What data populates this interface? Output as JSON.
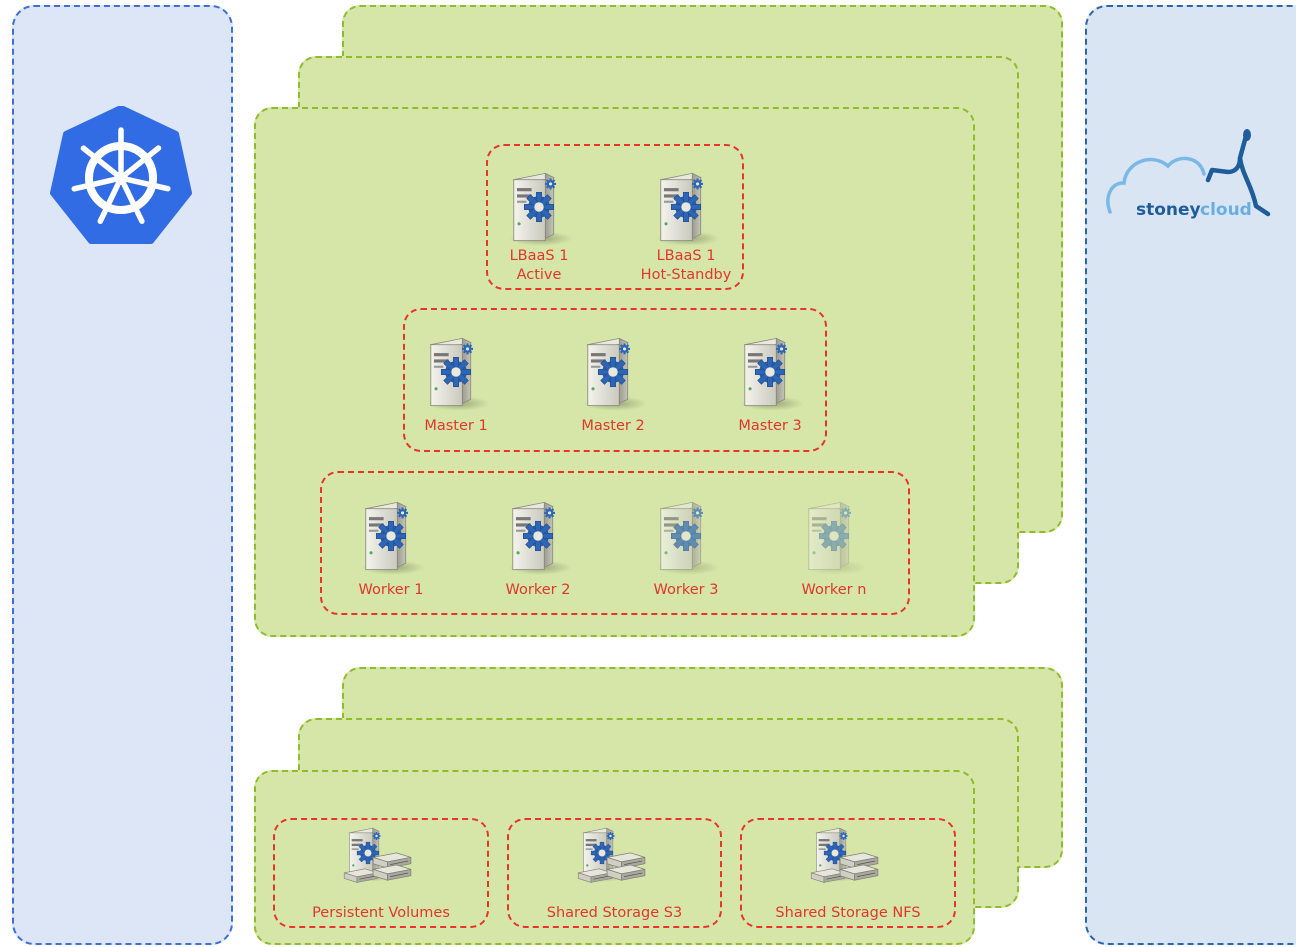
{
  "logos": {
    "left": {
      "name": "kubernetes-logo",
      "color": "#326ce5"
    },
    "right": {
      "text_main": "stoney",
      "text_second": "cloud",
      "color_main": "#1f5c9a",
      "color_second": "#6aaee0"
    }
  },
  "lbaas": [
    {
      "line1": "LBaaS 1",
      "line2": "Active",
      "faded": false
    },
    {
      "line1": "LBaaS 1",
      "line2": "Hot-Standby",
      "faded": false
    }
  ],
  "masters": [
    {
      "label": "Master 1"
    },
    {
      "label": "Master 2"
    },
    {
      "label": "Master 3"
    }
  ],
  "workers": [
    {
      "label": "Worker 1",
      "opacity": 1
    },
    {
      "label": "Worker 2",
      "opacity": 1
    },
    {
      "label": "Worker 3",
      "opacity": 0.7
    },
    {
      "label": "Worker n",
      "opacity": 0.45
    }
  ],
  "storage": [
    {
      "label": "Persistent Volumes"
    },
    {
      "label": "Shared Storage S3"
    },
    {
      "label": "Shared Storage NFS"
    }
  ],
  "colors": {
    "layer_fill": "#d6e6a8",
    "layer_border": "#8fbc2a",
    "group_border": "#e8342a",
    "label": "#e0372c"
  }
}
